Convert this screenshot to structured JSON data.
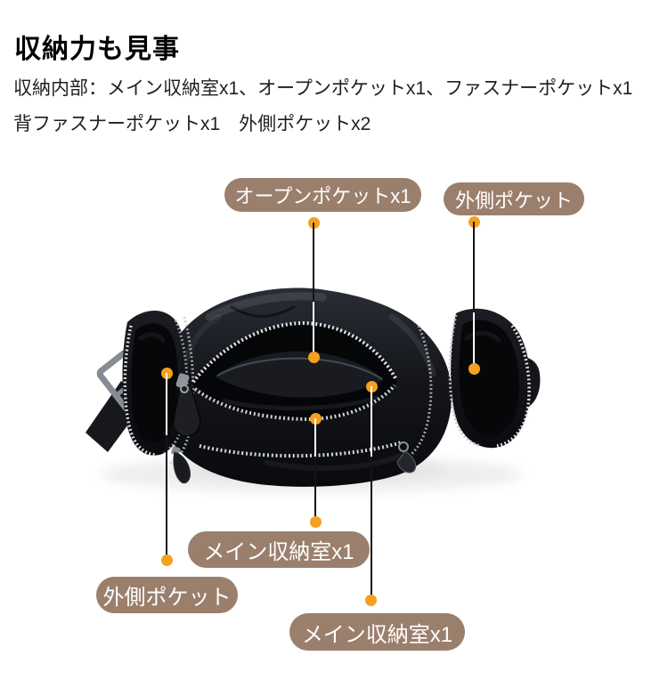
{
  "header": {
    "title": "収納力も見事",
    "description_line1": "収納内部：メイン収納室x1、オープンポケットx1、ファスナーポケットx1",
    "description_line2": "背ファスナーポケットx1　外側ポケットx2"
  },
  "labels": {
    "open_pocket": "オープンポケットx1",
    "outer_pocket_right": "外側ポケット",
    "main_compartment_mid": "メイン収納室x1",
    "outer_pocket_left": "外側ポケット",
    "main_compartment_bottom": "メイン収納室x1"
  },
  "colors": {
    "label_background": "#9B7F6D",
    "label_text": "#FFFFFF",
    "marker_orange": "#F5A01E",
    "line_black": "#151515",
    "line_white": "#FFFFFF",
    "title_text": "#000000",
    "body_text": "#1F1F1F",
    "background": "#FFFFFF"
  }
}
